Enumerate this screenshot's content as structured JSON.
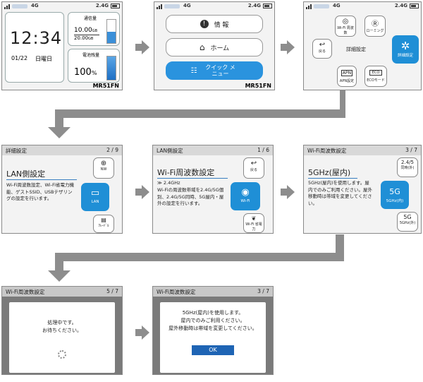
{
  "home": {
    "network": "4G",
    "band": "2.4G",
    "time": "12:34",
    "date": "01/22",
    "weekday": "日曜日",
    "traffic_label": "通信量",
    "traffic_used": "10.00",
    "traffic_unit": "GB",
    "traffic_total": "20.00",
    "battery_label": "電池残量",
    "battery_pct": "100",
    "battery_unit": "%",
    "model": "MR51FN"
  },
  "menu": {
    "items": [
      "情 報",
      "ホーム",
      "クイック メニュー"
    ],
    "model": "MR51FN"
  },
  "quick": {
    "wifi": "Wi-Fi 周波数",
    "roaming": "ローミング",
    "back": "戻る",
    "detail": "詳細設定",
    "settings": "詳細設定",
    "apn": "APN設定",
    "eco": "ECOモード"
  },
  "lan": {
    "header": "詳細設定",
    "page": "2 / 9",
    "title": "LAN側設定",
    "body": "Wi-Fi周波数設定、Wi-Fi省電力機能、ゲストSSID、USBテザリングの設定を行います。",
    "icon_nw": "NW",
    "icon_lan": "LAN",
    "icon_grade": "ｸﾚｰﾄﾞﾙ"
  },
  "wifi": {
    "header": "LAN側設定",
    "page": "1 / 6",
    "title": "Wi-Fi周波数設定",
    "band": "≫ 2.4GHz",
    "body": "Wi-Fiの周波数帯域を2.4G/5G個別、2.4G/5G同時、5G屋内・屋外の設定を行います。",
    "icon_back": "戻る",
    "icon_wifi": "Wi-Fi",
    "icon_eco": "Wi-Fi 省電力"
  },
  "band5": {
    "header": "Wi-Fi周波数設定",
    "page": "3 / 7",
    "title": "5GHz(屋内)",
    "body": "5GHz(屋内)を使用します。屋内でのみご利用ください。屋外移動時は帯域を変更してください。",
    "icon_sim": "同時(外)",
    "icon_in": "5GHz(内)",
    "icon_out": "5GHz(外)"
  },
  "proc": {
    "header": "Wi-Fi周波数設定",
    "page": "5 / 7",
    "line1": "処理中です。",
    "line2": "お待ちください。"
  },
  "confirm": {
    "header": "Wi-Fi周波数設定",
    "page": "3 / 7",
    "line1": "5GHz(屋内)を使用します。",
    "line2": "屋内でのみご利用ください。",
    "line3": "屋外移動時は帯域を変更してください。",
    "ok": "OK"
  }
}
